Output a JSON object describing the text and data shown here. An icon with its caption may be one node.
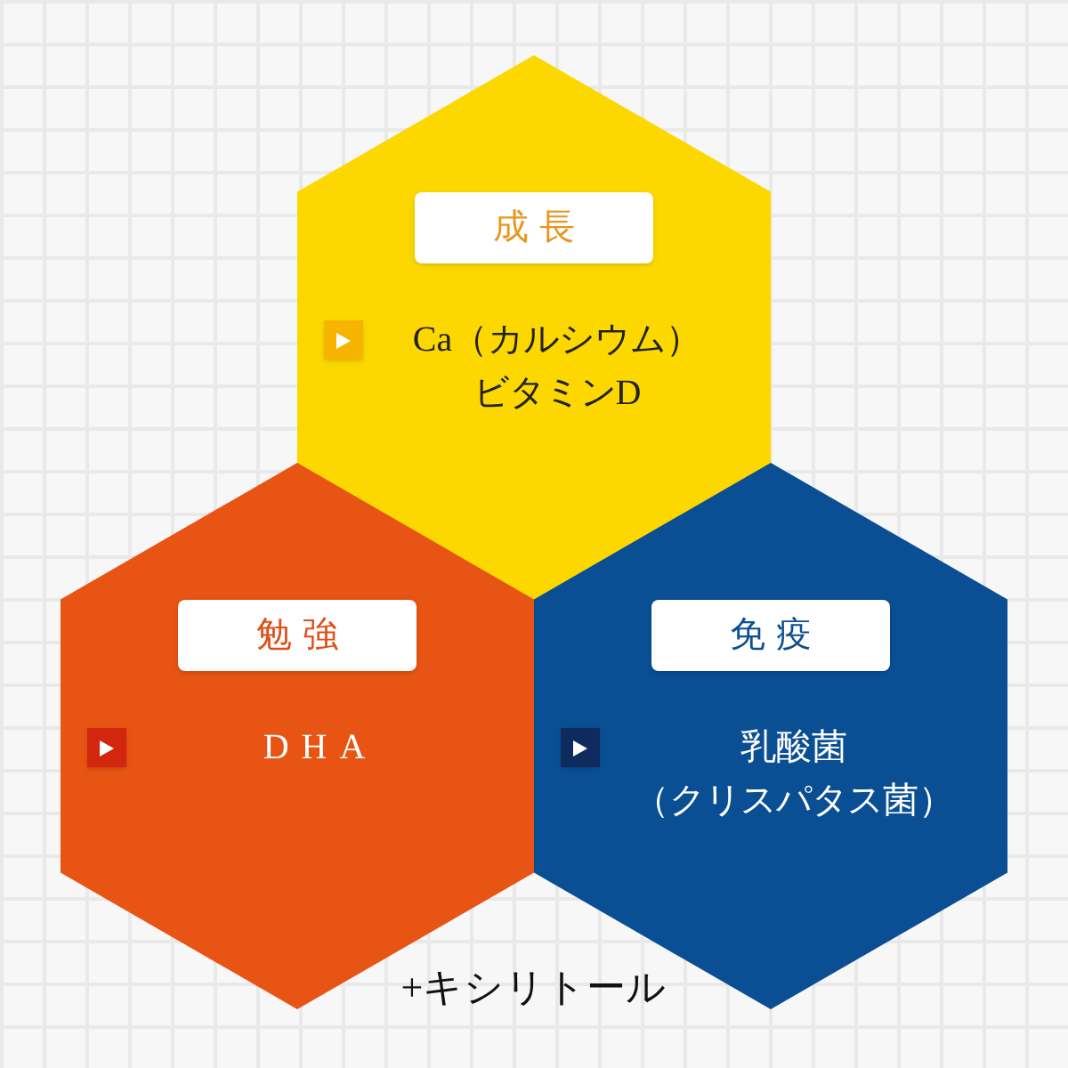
{
  "diagram": {
    "nodes": [
      {
        "text": [
          "成長",
          "Ca（カルシウム）",
          "ビタミンD"
        ]
      },
      {
        "text": [
          "勉強",
          "DHA"
        ]
      },
      {
        "text": [
          "免疫",
          "乳酸菌",
          "（クリスパタス菌）"
        ]
      }
    ],
    "labels": [
      "+キシリトール"
    ]
  }
}
